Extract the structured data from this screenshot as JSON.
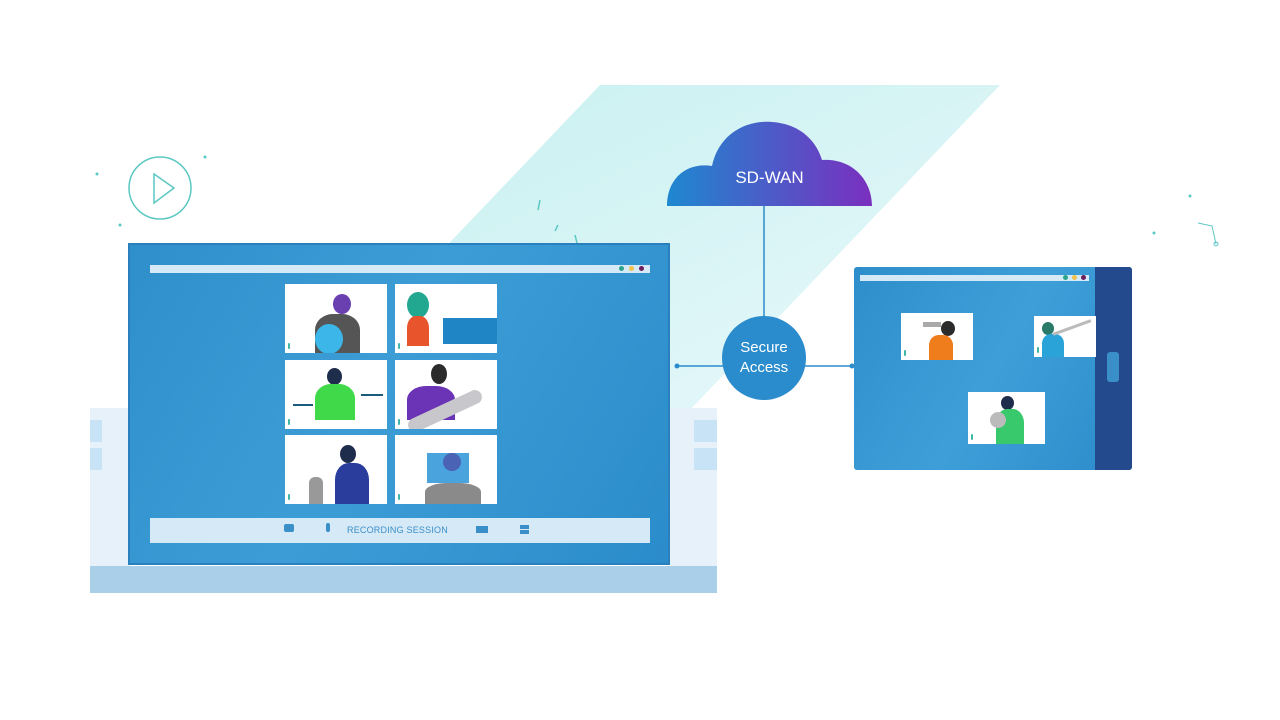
{
  "diagram": {
    "cloud_label": "SD-WAN",
    "hub_label_line1": "Secure",
    "hub_label_line2": "Access",
    "laptop": {
      "toolbar_label": "RECORDING SESSION",
      "toolbar_icons": [
        "chat-icon",
        "microphone-icon",
        "video-camera-icon",
        "grid-icon"
      ],
      "participants": [
        "bassist",
        "pianist",
        "drummer",
        "guitarist",
        "singer",
        "producer"
      ]
    },
    "tablet": {
      "participants": [
        "trumpeter",
        "trombonist",
        "french-horn-player"
      ]
    },
    "colors": {
      "primary": "#2a8ccc",
      "cloud_start": "#1e88d0",
      "cloud_end": "#7a2fbf",
      "tablet_side": "#234a8c",
      "band": "#d9f4f4"
    }
  }
}
